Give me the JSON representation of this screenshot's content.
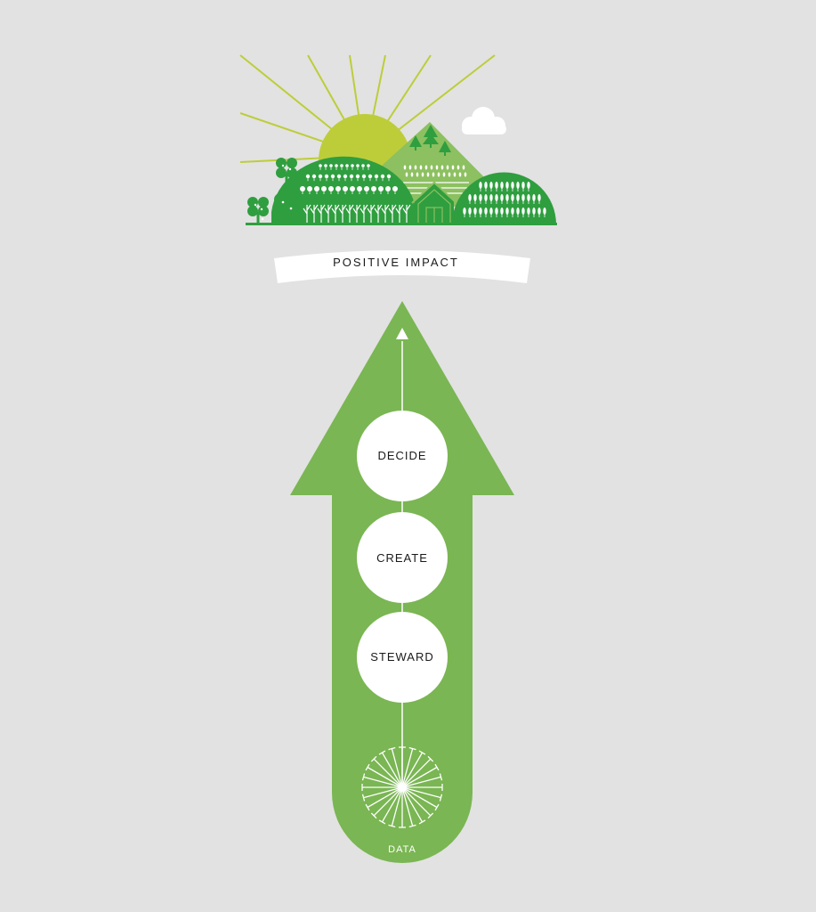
{
  "banner": {
    "text": "POSITIVE IMPACT"
  },
  "steps": [
    {
      "label": "DECIDE"
    },
    {
      "label": "CREATE"
    },
    {
      "label": "STEWARD"
    }
  ],
  "source": {
    "label": "DATA"
  },
  "colors": {
    "background": "#e2e2e2",
    "arrow_green": "#7ab653",
    "dark_green": "#2f9e3f",
    "light_green": "#8cc060",
    "sun_yellow": "#bdcd3a",
    "white": "#ffffff"
  },
  "icons": [
    "sun-icon",
    "cloud-icon",
    "hill-icon",
    "tree-icon",
    "house-icon",
    "dandelion-icon",
    "arrow-up-icon"
  ]
}
